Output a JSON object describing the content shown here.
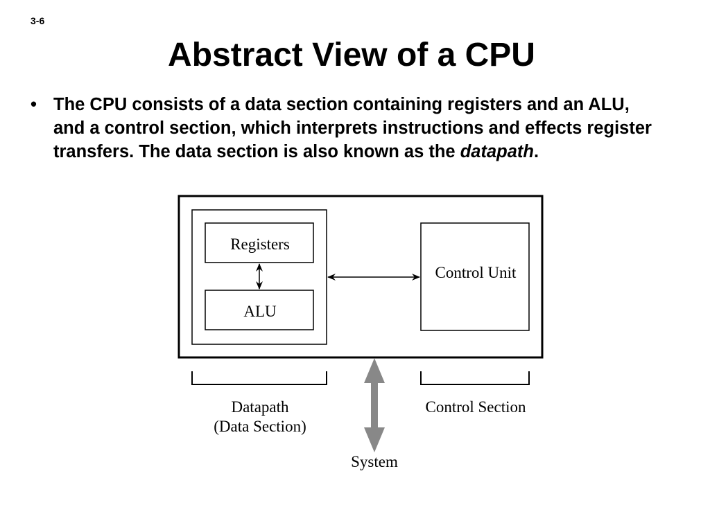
{
  "slide": {
    "number": "3-6",
    "title": "Abstract View of a CPU"
  },
  "bullet": {
    "marker": "•",
    "text_before": "The CPU consists of a data section containing registers and an ALU, and a control section, which interprets instructions and effects register transfers. The data section is also known as the ",
    "emphasis": "datapath",
    "text_after": "."
  },
  "diagram": {
    "registers_label": "Registers",
    "alu_label": "ALU",
    "control_unit_label": "Control Unit",
    "datapath_label_line1": "Datapath",
    "datapath_label_line2": "(Data Section)",
    "control_section_label": "Control Section",
    "system_label": "System",
    "colors": {
      "line": "#000000",
      "system_arrow": "#888888"
    }
  }
}
